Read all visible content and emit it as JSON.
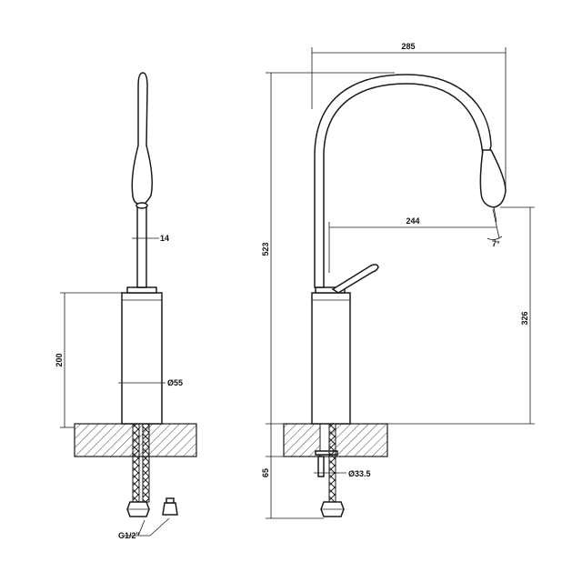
{
  "dimensions": {
    "side_spout_diameter": "14",
    "side_body_height": "200",
    "body_diameter": "Ø55",
    "thread": "G1/2\"",
    "overall_width": "285",
    "overall_height": "523",
    "spout_reach": "244",
    "tilt_angle": "7°",
    "spout_outlet_height": "326",
    "max_deck_thickness": "65",
    "shank_diameter": "Ø33.5"
  }
}
